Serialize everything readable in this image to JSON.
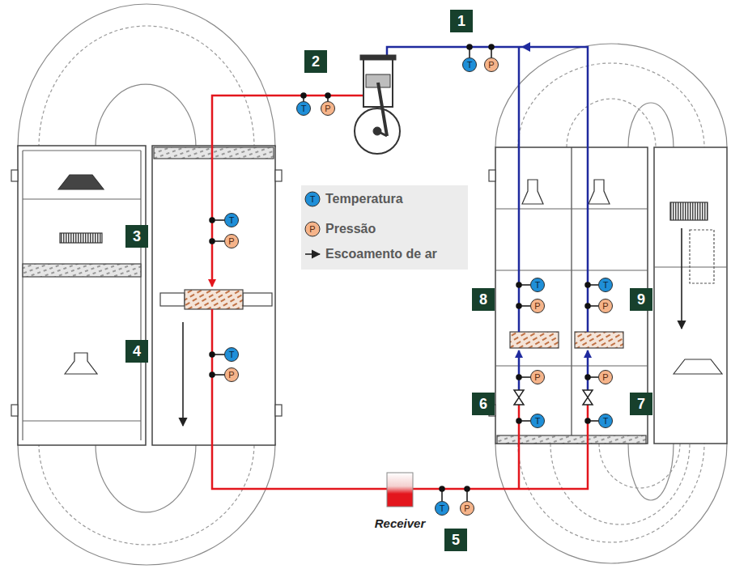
{
  "diagram": {
    "nodes": [
      {
        "text": [
          "1"
        ]
      },
      {
        "text": [
          "T"
        ]
      },
      {
        "text": [
          "P"
        ]
      },
      {
        "text": [
          "2"
        ]
      },
      {
        "text": [
          "T"
        ]
      },
      {
        "text": [
          "P"
        ]
      },
      {
        "text": [
          "3"
        ]
      },
      {
        "text": [
          "T"
        ]
      },
      {
        "text": [
          "P"
        ]
      },
      {
        "text": [
          "4"
        ]
      },
      {
        "text": [
          "T"
        ]
      },
      {
        "text": [
          "P"
        ]
      },
      {
        "text": [
          "5"
        ]
      },
      {
        "text": [
          "T"
        ]
      },
      {
        "text": [
          "P"
        ]
      },
      {
        "text": [
          "6"
        ]
      },
      {
        "text": [
          "P"
        ]
      },
      {
        "text": [
          "T"
        ]
      },
      {
        "text": [
          "7"
        ]
      },
      {
        "text": [
          "P"
        ]
      },
      {
        "text": [
          "T"
        ]
      },
      {
        "text": [
          "8"
        ]
      },
      {
        "text": [
          "T"
        ]
      },
      {
        "text": [
          "P"
        ]
      },
      {
        "text": [
          "9"
        ]
      },
      {
        "text": [
          "T"
        ]
      },
      {
        "text": [
          "P"
        ]
      }
    ],
    "labels": [
      "T",
      "P",
      "Receiver"
    ],
    "legend": [
      {
        "text": "Temperatura"
      },
      {
        "text": "Pressão"
      },
      {
        "text": "Escoamento de ar"
      }
    ]
  }
}
